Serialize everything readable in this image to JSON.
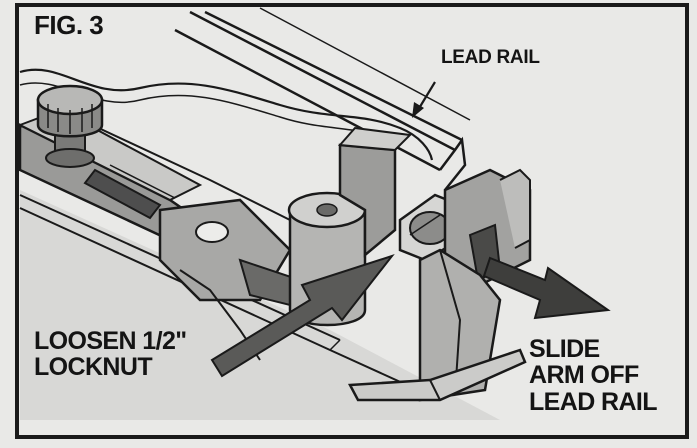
{
  "figure": {
    "title": "FIG. 3",
    "labels": {
      "lead_rail": "LEAD RAIL",
      "loosen": [
        "LOOSEN 1/2\"",
        "LOCKNUT"
      ],
      "slide": [
        "SLIDE",
        "ARM OFF",
        "LEAD RAIL"
      ]
    },
    "colors": {
      "background": "#e9e9e7",
      "ink": "#141414",
      "shade": "#8e8e8e",
      "dark_shade": "#5a5a5a",
      "light_shade": "#c4c4c2"
    }
  }
}
